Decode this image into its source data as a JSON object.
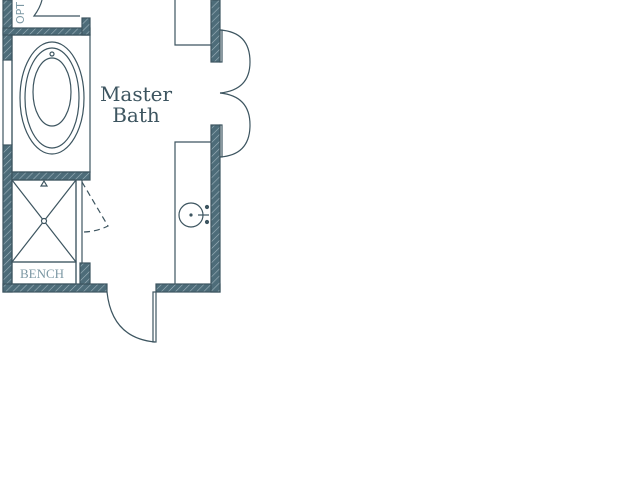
{
  "room": {
    "name_line1": "Master",
    "name_line2": "Bath"
  },
  "labels": {
    "bench": "BENCH",
    "optional": "OPT"
  },
  "colors": {
    "wall": "#4d6c79",
    "line": "#3d5560",
    "text": "#3d5560",
    "accent_text": "#7c98a4"
  }
}
